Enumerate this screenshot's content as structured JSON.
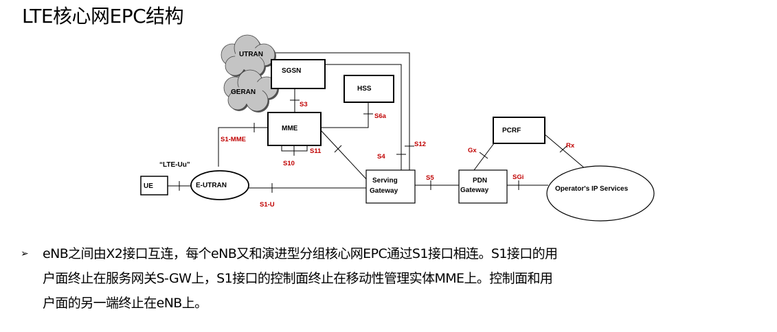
{
  "title": "LTE核心网EPC结构",
  "diagram": {
    "nodes": {
      "utran": "UTRAN",
      "geran": "GERAN",
      "sgsn": "SGSN",
      "hss": "HSS",
      "mme": "MME",
      "pcrf": "PCRF",
      "ue": "UE",
      "eutran": "E-UTRAN",
      "serving_gateway": [
        "Serving",
        "Gateway"
      ],
      "pdn_gateway": [
        "PDN",
        "Gateway"
      ],
      "operator_ip_services": "Operator's IP Services"
    },
    "interfaces": {
      "s3": "S3",
      "s6a": "S6a",
      "s1_mme": "S1-MME",
      "s10": "S10",
      "s11": "S11",
      "s4": "S4",
      "s12": "S12",
      "s1_u": "S1-U",
      "s5": "S5",
      "gx": "Gx",
      "rx": "Rx",
      "sgi": "SGi",
      "lte_uu": "“LTE-Uu”"
    }
  },
  "bullet": {
    "lines": [
      "eNB之间由X2接口互连，每个eNB又和演进型分组核心网EPC通过S1接口相连。S1接口的用",
      "户面终止在服务网关S-GW上，S1接口的控制面终止在移动性管理实体MME上。控制面和用",
      "户面的另一端终止在eNB上。"
    ]
  }
}
